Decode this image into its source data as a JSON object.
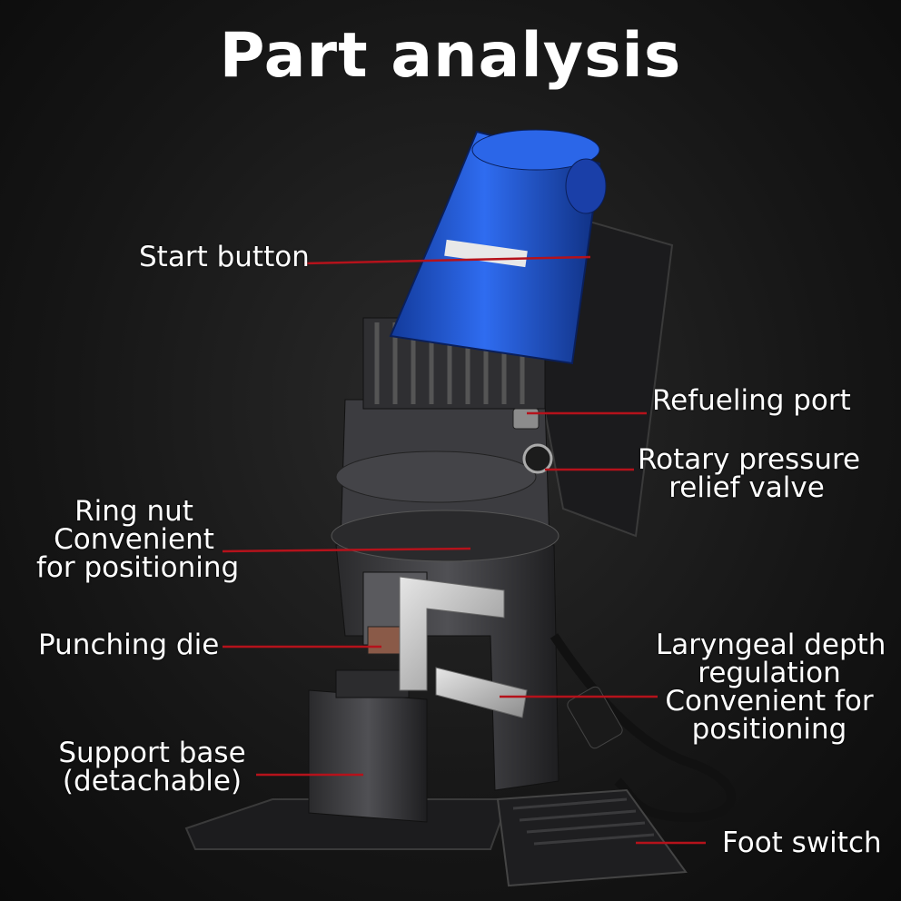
{
  "title": "Part analysis",
  "colors": {
    "leader_line": "#b5121b",
    "motor_blue": "#1f5bd6",
    "body_dark": "#3a3a3c",
    "background": "#161616",
    "text": "#ffffff"
  },
  "labels": {
    "start_button": "Start button",
    "refueling_port": "Refueling port",
    "rotary_valve_line1": "Rotary pressure",
    "rotary_valve_line2": "relief valve",
    "ring_nut_line1": "Ring nut",
    "ring_nut_line2": "Convenient",
    "ring_nut_line3": "for positioning",
    "punching_die": "Punching die",
    "depth_line1": "Laryngeal depth",
    "depth_line2": "regulation",
    "depth_line3": "Convenient for",
    "depth_line4": "positioning",
    "support_line1": "Support base",
    "support_line2": "(detachable)",
    "foot_switch": "Foot switch"
  }
}
